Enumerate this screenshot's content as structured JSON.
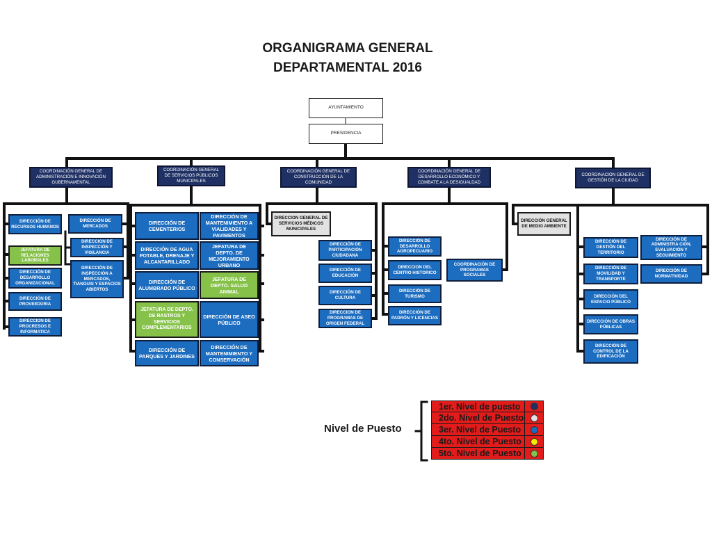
{
  "title": {
    "line1": "ORGANIGRAMA GENERAL",
    "line2": "DEPARTAMENTAL 2016"
  },
  "top": {
    "ayuntamiento": "AYUNTAMIENTO",
    "presidencia": "PRESIDENCIA"
  },
  "coordinations": [
    "COORDINACIÓN GENERAL DE ADMINISTRACIÓN E INNOVACIÓN GUBERNAMENTAL",
    "COORDINACIÓN GENERAL DE SERVICIOS PÚBLICOS MUNICIPALES",
    "COORDINACIÓN GENERAL DE CONSTRUCCIÓN DE LA COMUNIDAD",
    "COORDINACIÓN GENERAL DE DESARROLLO ECONÓMICO Y COMBATE A LA DESIGUALDAD",
    "COORDINACIÓN GENERAL DE GESTIÓN DE LA CIUDAD"
  ],
  "col1": {
    "left": [
      "DIRECCIÓN DE RECURSOS HUMANOS",
      "JEFATURA DE RELACIONES LABORALES",
      "DIRECCIÓN DE DESARROLLO ORGANIZACIONAL",
      "DIRECCIÓN DE PROVEEDURIA",
      "DIRECCIÓN DE PROCRESOS E INFORMATICA"
    ],
    "right": [
      "DIRECCIÓN DE MERCADOS",
      "DIRECCIÓN DE INSPECCIÓN Y VIGILANCIA",
      "DIRECCIÓN DE INSPECCIÓN A MERCADOS, TIANGUIS Y ESPACIOS ABIERTOS"
    ]
  },
  "col2": {
    "left": [
      "DIRECCIÓN DE CEMENTERIOS",
      "DIRECCIÓN DE AGUA POTABLE, DRENAJE Y ALCANTARILLADO",
      "DIRECCIÓN DE ALUMBRADO PÚBLICO",
      "JEFATURA DE DEPTO. DE RASTROS Y SERVICIOS COMPLEMENTARIOS",
      "DIRECCIÓN DE PARQUES Y JARDINES"
    ],
    "right": [
      "DIRECCIÓN DE MANTENIMIENTO A VIALIDADES Y PAVIMENTOS",
      "JEFATURA DE DEPTO. DE MEJORAMIENTO URBANO",
      "JEFATURA DE DEPTO. SALUD ANIMAL",
      "DIRECCIÓN DE ASEO PÚBLICO",
      "DIRECCIÓN DE MANTENIMIENTO Y CONSERVACIÓN"
    ]
  },
  "col3": {
    "grey": "DIRECCION GENERAL DE SERVICIOS MÉDICOS MUNICIPALES",
    "items": [
      "DIRECCIÓN DE PARTICIPACIÓN CIUDADANA",
      "DIRECCIÓN DE EDUCACIÓN",
      "DIRECCIÓN DE CULTURA",
      "DIRECCIÓN DE PROGRAMAS DE ORIGEN FEDERAL"
    ]
  },
  "col4": {
    "items": [
      "DIRECCIÓN DE DESARROLLO AGROPECUARIO",
      "DIRECCION DEL CENTRO HISTORICO",
      "DIRECCIÓN DE TURISMO",
      "DIRECCIÓN DE PADRÓN Y LICENCIAS"
    ],
    "side": "COORDINACIÓN DE PROGRAMAS SOCIALES"
  },
  "col5": {
    "grey": "DIRECCIÓN GENERAL DE MEDIO AMBIENTE",
    "left": [
      "DIRECCIÓN DE GESTIÓN DEL TERRITORIO",
      "DIRECCIÓN DE MOVILIDAD Y TRANSPORTE",
      "DIRECCIÓN DEL ESPACIO PÚBLICO",
      "DIRECCIÓN DE OBRAS PÚBLICAS",
      "DIRECCIÓN DE CONTROL DE LA EDIFICACIÓN"
    ],
    "right": [
      "DIRECCIÓN DE ADMINISTRA CIÓN, EVALUACIÓN Y SEGUIMIENTO",
      "DIRECCIÓN DE NORMATIVIDAD"
    ]
  },
  "legend": {
    "label": "Nivel de Puesto",
    "levels": [
      {
        "text": "1er. Nivel de puesto",
        "color": "#1f3064"
      },
      {
        "text": "2do. Nivel de Puesto",
        "color": "#e2e2e2"
      },
      {
        "text": "3er. Nivel de Puesto",
        "color": "#1c6cbf"
      },
      {
        "text": "4to. Nivel de Puesto",
        "color": "#f4ea00"
      },
      {
        "text": "5to. Nivel de Puesto",
        "color": "#86c24a"
      }
    ],
    "background": "#e21b1b"
  }
}
